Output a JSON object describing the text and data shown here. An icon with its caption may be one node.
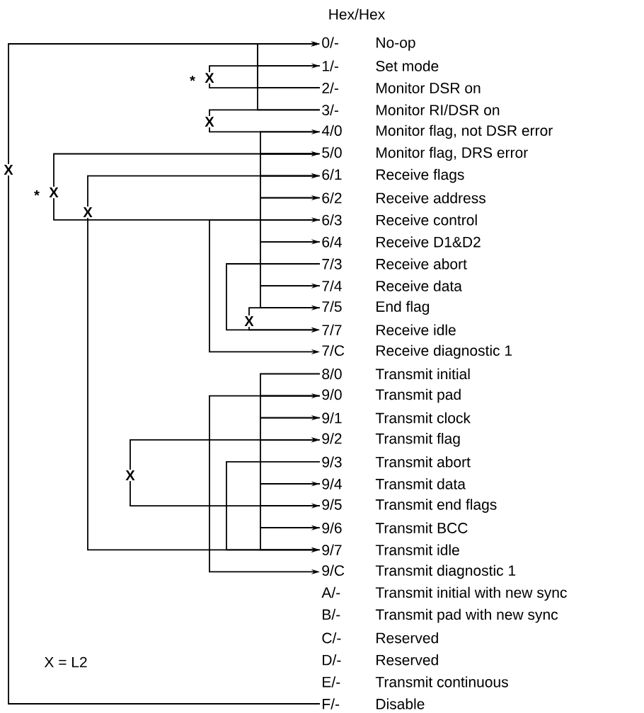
{
  "diagram": {
    "nodes": [
      {
        "text": [
          "0/-",
          "No-op"
        ]
      },
      {
        "text": [
          "1/-",
          "Set mode"
        ]
      },
      {
        "text": [
          "2/-",
          "Monitor DSR on"
        ]
      },
      {
        "text": [
          "3/-",
          "Monitor RI/DSR on"
        ]
      },
      {
        "text": [
          "4/0",
          "Monitor flag, not DSR error"
        ]
      },
      {
        "text": [
          "5/0",
          "Monitor flag, DRS error"
        ]
      },
      {
        "text": [
          "6/1",
          "Receive flags"
        ]
      },
      {
        "text": [
          "6/2",
          "Receive address"
        ]
      },
      {
        "text": [
          "6/3",
          "Receive control"
        ]
      },
      {
        "text": [
          "6/4",
          "Receive D1&D2"
        ]
      },
      {
        "text": [
          "7/3",
          "Receive abort"
        ]
      },
      {
        "text": [
          "7/4",
          "Receive data"
        ]
      },
      {
        "text": [
          "7/5",
          "End flag"
        ]
      },
      {
        "text": [
          "7/7",
          "Receive idle"
        ]
      },
      {
        "text": [
          "7/C",
          "Receive diagnostic 1"
        ]
      },
      {
        "text": [
          "8/0",
          "Transmit initial"
        ]
      },
      {
        "text": [
          "9/0",
          "Transmit pad"
        ]
      },
      {
        "text": [
          "9/1",
          "Transmit clock"
        ]
      },
      {
        "text": [
          "9/2",
          "Transmit flag"
        ]
      },
      {
        "text": [
          "9/3",
          "Transmit abort"
        ]
      },
      {
        "text": [
          "9/4",
          "Transmit data"
        ]
      },
      {
        "text": [
          "9/5",
          "Transmit end flags"
        ]
      },
      {
        "text": [
          "9/6",
          "Transmit BCC"
        ]
      },
      {
        "text": [
          "9/7",
          "Transmit idle"
        ]
      },
      {
        "text": [
          "9/C",
          "Transmit diagnostic 1"
        ]
      },
      {
        "text": [
          "A/-",
          "Transmit initial with new sync"
        ]
      },
      {
        "text": [
          "B/-",
          "Transmit pad with new sync"
        ]
      },
      {
        "text": [
          "C/-",
          "Reserved"
        ]
      },
      {
        "text": [
          "D/-",
          "Reserved"
        ]
      },
      {
        "text": [
          "E/-",
          "Transmit continuous"
        ]
      },
      {
        "text": [
          "F/-",
          "Disable"
        ]
      }
    ],
    "edges": [
      {
        "from": 30,
        "to": 0,
        "arrow": "to"
      },
      {
        "from": 1,
        "to": 0,
        "arrow": "to"
      },
      {
        "from": 2,
        "to": 0,
        "arrow": "to"
      },
      {
        "from": 3,
        "to": 0,
        "arrow": "to"
      },
      {
        "from": 2,
        "to": 1,
        "arrow": "to"
      },
      {
        "from": 3,
        "to": 4,
        "arrow": "to"
      },
      {
        "from": 4,
        "to": 5,
        "arrow": "to"
      },
      {
        "from": 5,
        "to": 6,
        "arrow": "to"
      },
      {
        "from": 6,
        "to": 7,
        "arrow": "to"
      },
      {
        "from": 7,
        "to": 8,
        "arrow": "to"
      },
      {
        "from": 8,
        "to": 9,
        "arrow": "to"
      },
      {
        "from": 9,
        "to": 11,
        "arrow": "to"
      },
      {
        "from": 11,
        "to": 12,
        "arrow": "to"
      },
      {
        "from": 12,
        "to": 13,
        "arrow": "to"
      },
      {
        "from": 10,
        "to": 13,
        "arrow": "to"
      },
      {
        "from": 8,
        "to": 14,
        "arrow": "to"
      },
      {
        "from": 8,
        "to": 5,
        "arrow": "to"
      },
      {
        "from": 23,
        "to": 6,
        "arrow": "to"
      },
      {
        "from": 15,
        "to": 16,
        "arrow": "to"
      },
      {
        "from": 16,
        "to": 17,
        "arrow": "to"
      },
      {
        "from": 17,
        "to": 18,
        "arrow": "to"
      },
      {
        "from": 18,
        "to": 20,
        "arrow": "to"
      },
      {
        "from": 20,
        "to": 21,
        "arrow": "to"
      },
      {
        "from": 21,
        "to": 22,
        "arrow": "to"
      },
      {
        "from": 22,
        "to": 23,
        "arrow": "to"
      },
      {
        "from": 19,
        "to": 23,
        "arrow": "to"
      },
      {
        "from": 21,
        "to": 18,
        "arrow": "to"
      },
      {
        "from": 16,
        "to": 24,
        "arrow": "to"
      }
    ],
    "labels": [
      "Hex/Hex",
      "*",
      "X",
      "X",
      "X",
      "*",
      "X",
      "X",
      "X",
      "X",
      "X = L2"
    ]
  }
}
